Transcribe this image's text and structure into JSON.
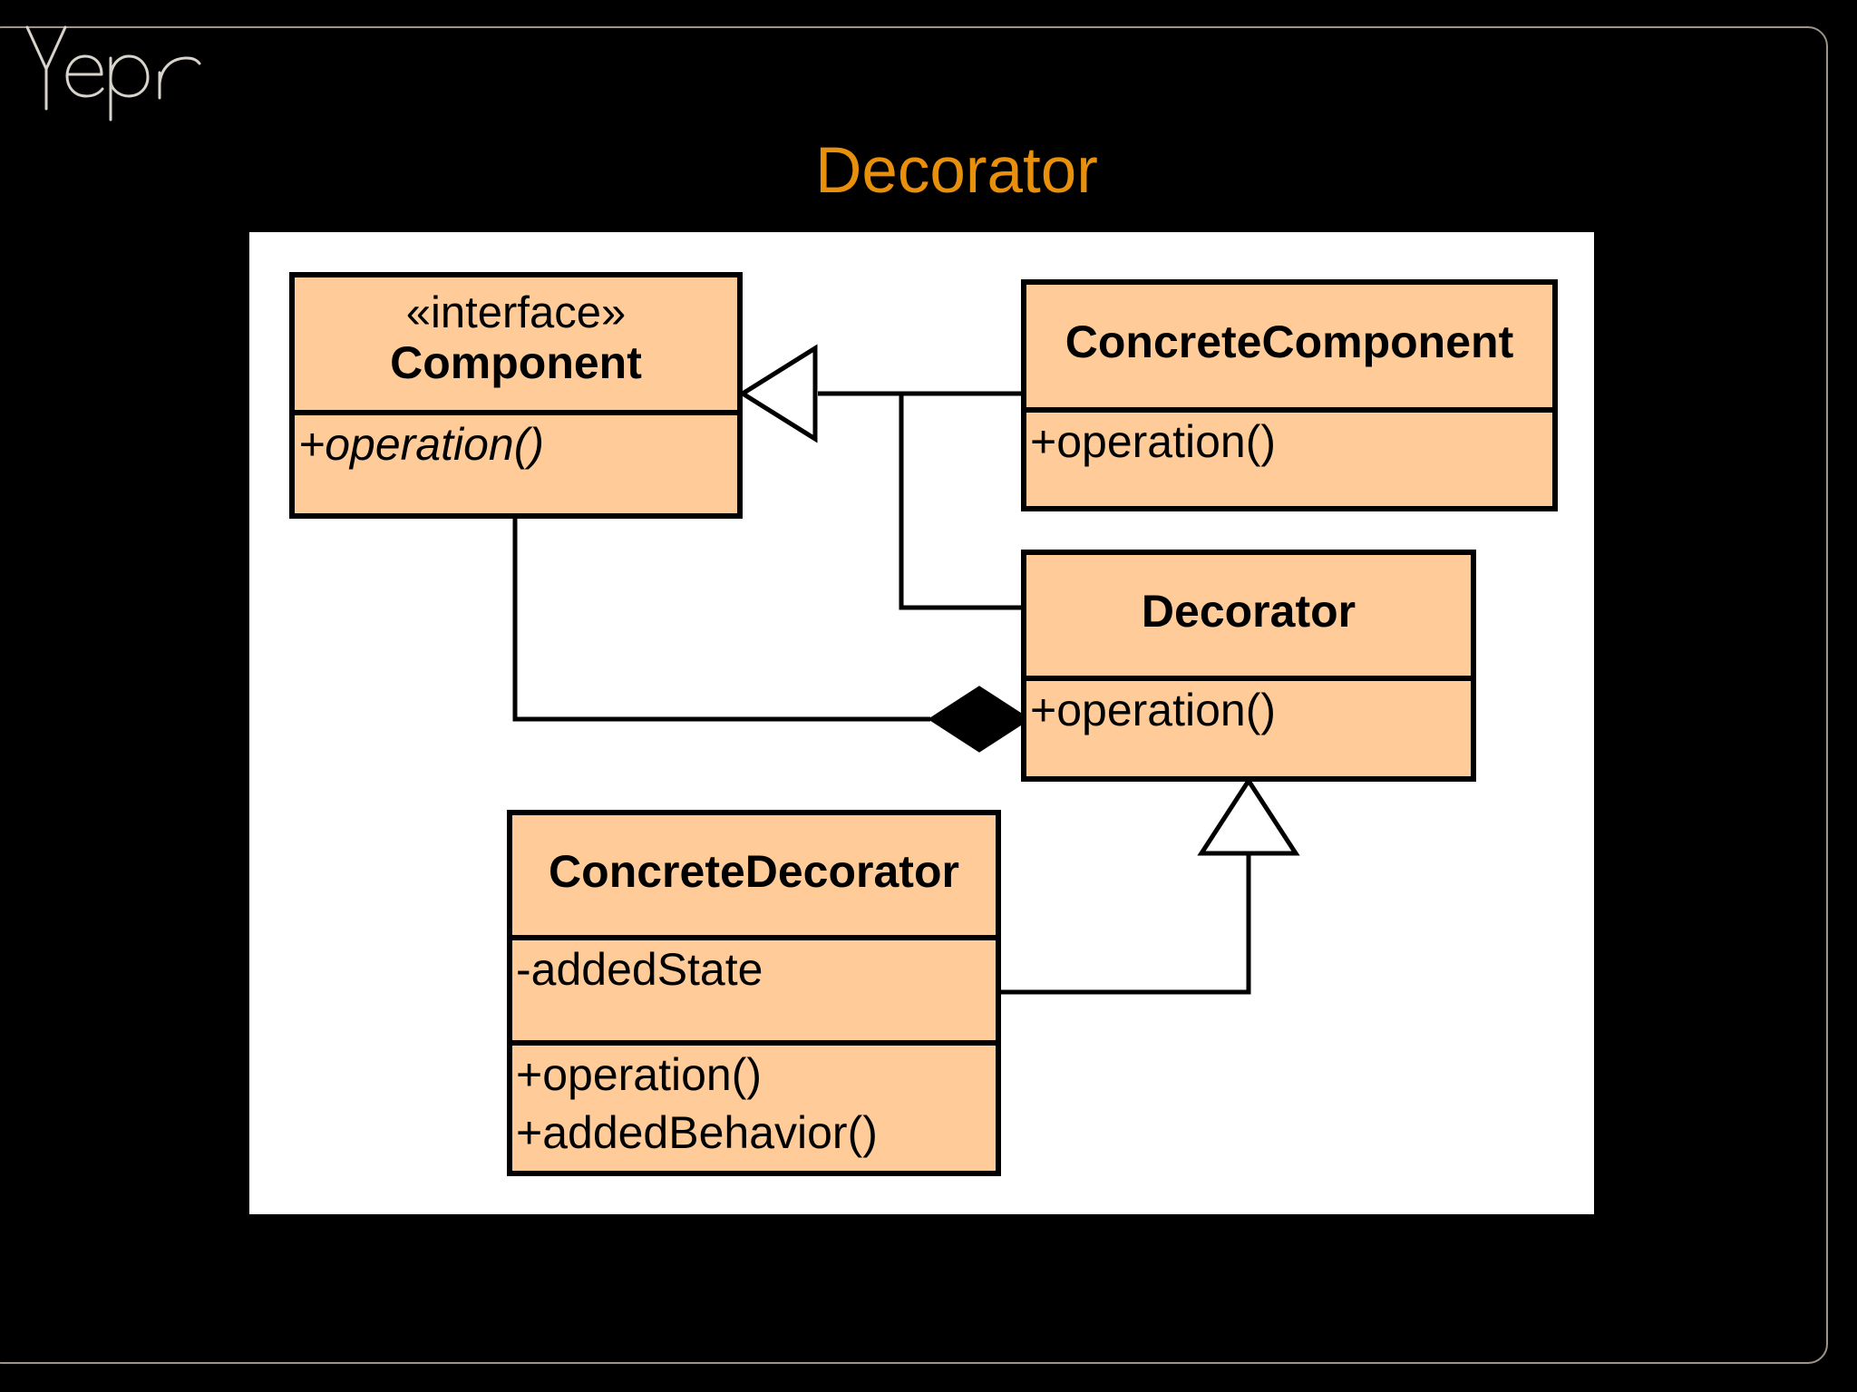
{
  "logo": {
    "text": "Yepr"
  },
  "slide": {
    "title": "Decorator"
  },
  "diagram": {
    "component": {
      "stereotype": "«interface»",
      "name": "Component",
      "operations": [
        "+operation()"
      ]
    },
    "concrete_component": {
      "name": "ConcreteComponent",
      "operations": [
        "+operation()"
      ]
    },
    "decorator": {
      "name": "Decorator",
      "operations": [
        "+operation()"
      ]
    },
    "concrete_decorator": {
      "name": "ConcreteDecorator",
      "attributes": [
        "-addedState"
      ],
      "operations": [
        "+operation()",
        "+addedBehavior()"
      ]
    },
    "relationships": [
      {
        "type": "realization",
        "from": "ConcreteComponent",
        "to": "Component"
      },
      {
        "type": "realization",
        "from": "Decorator",
        "to": "Component"
      },
      {
        "type": "composition",
        "from": "Decorator",
        "to": "Component"
      },
      {
        "type": "generalization",
        "from": "ConcreteDecorator",
        "to": "Decorator"
      }
    ]
  },
  "colors": {
    "background": "#000000",
    "title": "#e8900c",
    "class_fill": "#ffcc99",
    "panel": "#ffffff",
    "frame": "#9a948a",
    "logo": "#d8d4cc"
  }
}
